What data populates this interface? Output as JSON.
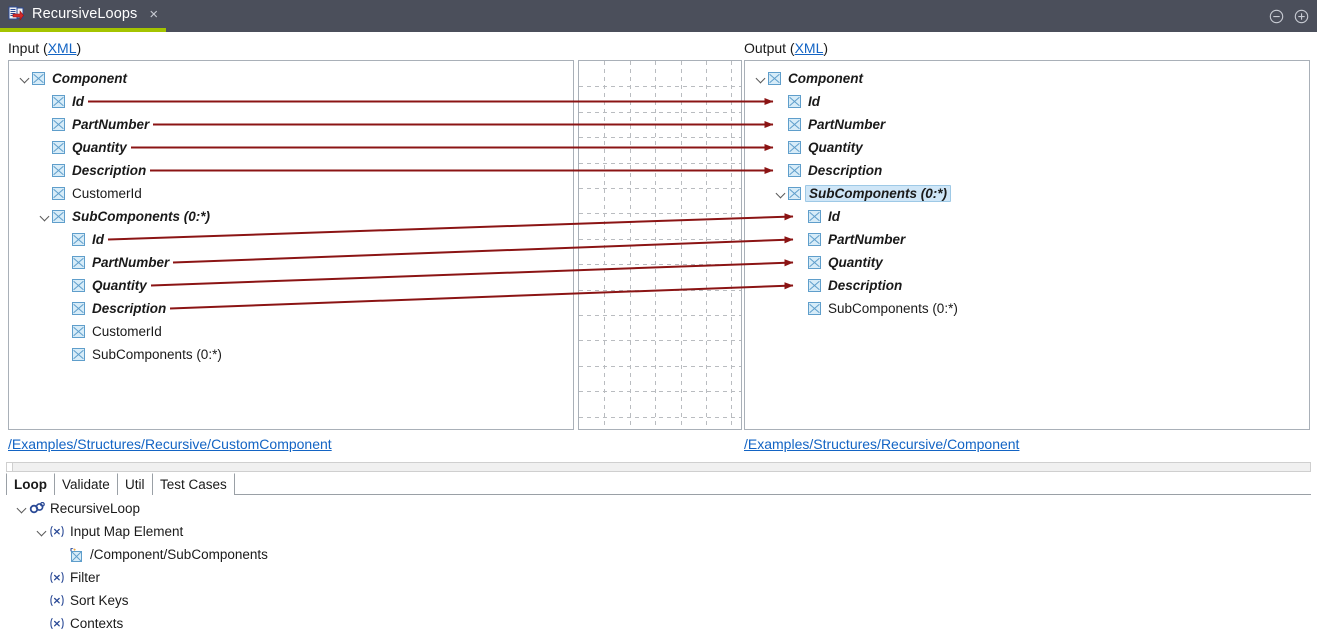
{
  "window": {
    "tab_title": "RecursiveLoops",
    "tab_icon": "mapping-document-icon",
    "close_label": "×",
    "minimize_icon": "minus-circle-icon",
    "maximize_icon": "plus-circle-icon",
    "accent_color": "#a4c400",
    "titlebar_color": "#4b4f5b"
  },
  "input_panel": {
    "label_prefix": "Input (",
    "label_link": "XML",
    "label_suffix": ")",
    "footer_path": "/Examples/Structures/Recursive/CustomComponent",
    "nodes": [
      {
        "label": "Component",
        "depth": 0,
        "expanded": true,
        "mapped": true,
        "selected": false
      },
      {
        "label": "Id",
        "depth": 1,
        "expanded": null,
        "mapped": true,
        "selected": false
      },
      {
        "label": "PartNumber",
        "depth": 1,
        "expanded": null,
        "mapped": true,
        "selected": false
      },
      {
        "label": "Quantity",
        "depth": 1,
        "expanded": null,
        "mapped": true,
        "selected": false
      },
      {
        "label": "Description",
        "depth": 1,
        "expanded": null,
        "mapped": true,
        "selected": false
      },
      {
        "label": "CustomerId",
        "depth": 1,
        "expanded": null,
        "mapped": false,
        "selected": false
      },
      {
        "label": "SubComponents (0:*)",
        "depth": 1,
        "expanded": true,
        "mapped": true,
        "selected": false
      },
      {
        "label": "Id",
        "depth": 2,
        "expanded": null,
        "mapped": true,
        "selected": false
      },
      {
        "label": "PartNumber",
        "depth": 2,
        "expanded": null,
        "mapped": true,
        "selected": false
      },
      {
        "label": "Quantity",
        "depth": 2,
        "expanded": null,
        "mapped": true,
        "selected": false
      },
      {
        "label": "Description",
        "depth": 2,
        "expanded": null,
        "mapped": true,
        "selected": false
      },
      {
        "label": "CustomerId",
        "depth": 2,
        "expanded": null,
        "mapped": false,
        "selected": false
      },
      {
        "label": "SubComponents (0:*)",
        "depth": 2,
        "expanded": null,
        "mapped": false,
        "selected": false
      }
    ]
  },
  "output_panel": {
    "label_prefix": "Output (",
    "label_link": "XML",
    "label_suffix": ")",
    "footer_path": "/Examples/Structures/Recursive/Component",
    "nodes": [
      {
        "label": "Component",
        "depth": 0,
        "expanded": true,
        "mapped": true,
        "selected": false,
        "arrow": false
      },
      {
        "label": "Id",
        "depth": 1,
        "expanded": null,
        "mapped": true,
        "selected": false,
        "arrow": true
      },
      {
        "label": "PartNumber",
        "depth": 1,
        "expanded": null,
        "mapped": true,
        "selected": false,
        "arrow": true
      },
      {
        "label": "Quantity",
        "depth": 1,
        "expanded": null,
        "mapped": true,
        "selected": false,
        "arrow": true
      },
      {
        "label": "Description",
        "depth": 1,
        "expanded": null,
        "mapped": true,
        "selected": false,
        "arrow": true
      },
      {
        "label": "SubComponents (0:*)",
        "depth": 1,
        "expanded": true,
        "mapped": true,
        "selected": true,
        "arrow": false
      },
      {
        "label": "Id",
        "depth": 2,
        "expanded": null,
        "mapped": true,
        "selected": false,
        "arrow": true
      },
      {
        "label": "PartNumber",
        "depth": 2,
        "expanded": null,
        "mapped": true,
        "selected": false,
        "arrow": true
      },
      {
        "label": "Quantity",
        "depth": 2,
        "expanded": null,
        "mapped": true,
        "selected": false,
        "arrow": true
      },
      {
        "label": "Description",
        "depth": 2,
        "expanded": null,
        "mapped": true,
        "selected": false,
        "arrow": true
      },
      {
        "label": "SubComponents (0:*)",
        "depth": 2,
        "expanded": null,
        "mapped": false,
        "selected": false,
        "arrow": false
      }
    ]
  },
  "mapping": {
    "line_color": "#8b1414",
    "grid_color": "#b9bcc0",
    "links": [
      {
        "from_row": 1,
        "to_row": 1
      },
      {
        "from_row": 2,
        "to_row": 2
      },
      {
        "from_row": 3,
        "to_row": 3
      },
      {
        "from_row": 4,
        "to_row": 4
      },
      {
        "from_row": 7,
        "to_row": 6
      },
      {
        "from_row": 8,
        "to_row": 7
      },
      {
        "from_row": 9,
        "to_row": 8
      },
      {
        "from_row": 10,
        "to_row": 9
      }
    ]
  },
  "bottom": {
    "tabs": [
      {
        "label": "Loop",
        "active": true
      },
      {
        "label": "Validate",
        "active": false
      },
      {
        "label": "Util",
        "active": false
      },
      {
        "label": "Test Cases",
        "active": false
      }
    ],
    "tree": [
      {
        "label": "RecursiveLoop",
        "depth": 0,
        "icon": "loop-icon",
        "expanded": true
      },
      {
        "label": "Input Map Element",
        "depth": 1,
        "icon": "function-fx-icon",
        "expanded": true
      },
      {
        "label": "/Component/SubComponents",
        "depth": 2,
        "icon": "xml-element-icon",
        "expanded": null
      },
      {
        "label": "Filter",
        "depth": 1,
        "icon": "function-fx-icon",
        "expanded": null
      },
      {
        "label": "Sort Keys",
        "depth": 1,
        "icon": "function-fx-icon",
        "expanded": null
      },
      {
        "label": "Contexts",
        "depth": 1,
        "icon": "function-fx-icon",
        "expanded": null
      }
    ]
  }
}
